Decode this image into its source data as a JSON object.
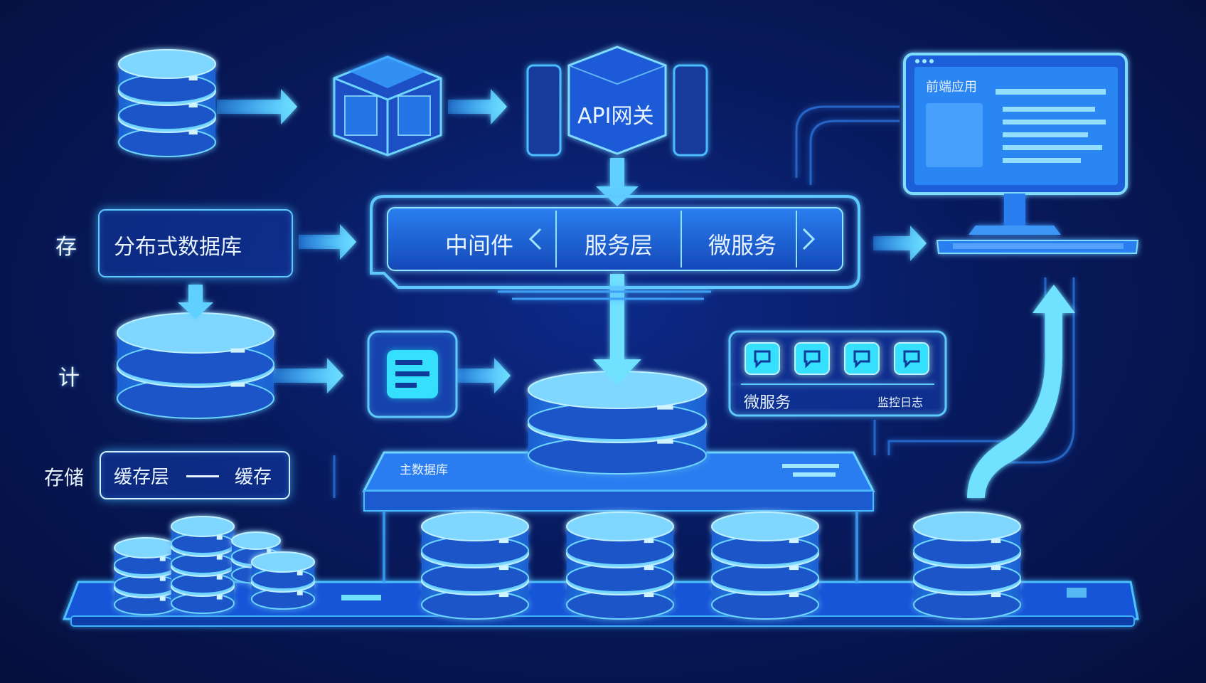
{
  "labels": {
    "api_gateway": "API网关",
    "frontend": "前端应用",
    "distributed_db": "分布式数据库",
    "middleware": "中间件",
    "service_layer": "服务层",
    "microservice_top": "微服务",
    "microservice_panel": "微服务",
    "panel_right": "监控日志",
    "main_db": "主数据库",
    "storage": "存储",
    "cache_layer": "缓存层",
    "side_top": "存",
    "side_mid": "计",
    "cache_tag": "缓存"
  },
  "colors": {
    "background": "#081a5e",
    "glow": "#5fc8ff",
    "cylinder_top": "#7fd6ff",
    "cylinder_body": "#1e6fe0",
    "accent": "#35e0ff"
  }
}
